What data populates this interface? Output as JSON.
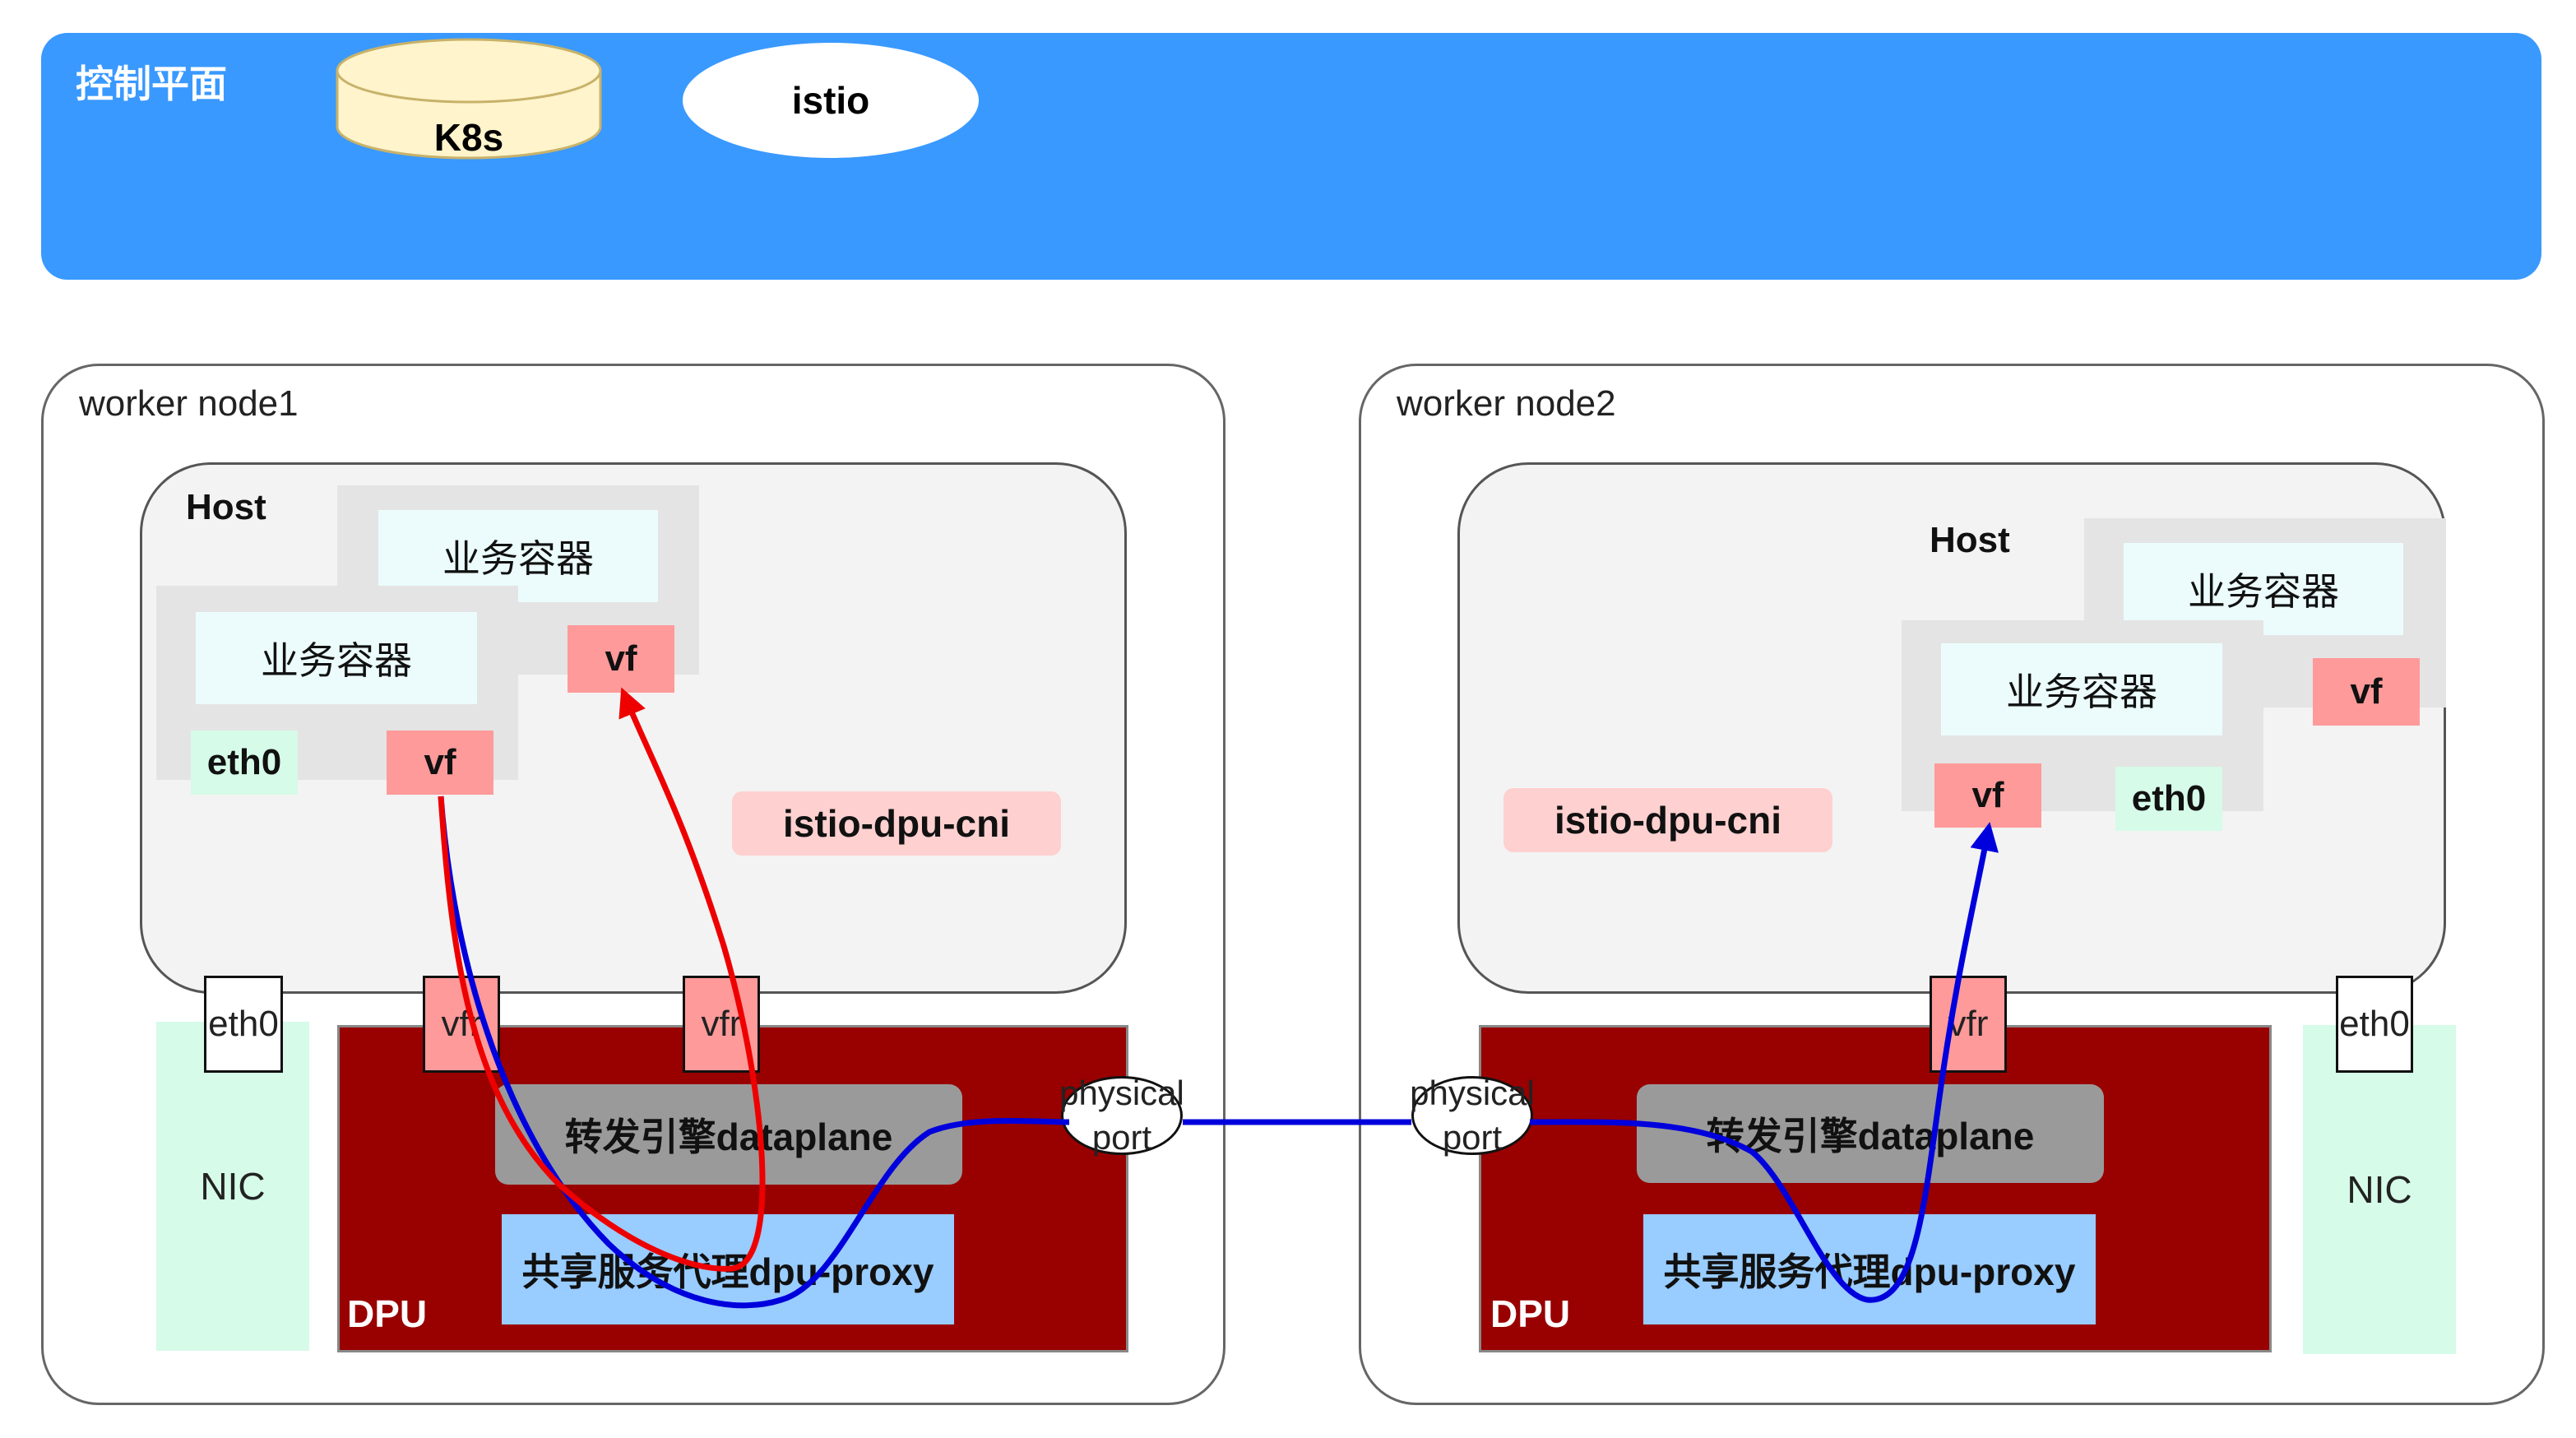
{
  "control_plane": {
    "title": "控制平面",
    "k8s": "K8s",
    "istio": "istio",
    "color": "#3999ff"
  },
  "worker1": {
    "title": "worker node1",
    "host_title": "Host",
    "container_back": "业务容器",
    "container_front": "业务容器",
    "vf_back": "vf",
    "vf_front": "vf",
    "eth0_host": "eth0",
    "cni": "istio-dpu-cni",
    "nic": "NIC",
    "eth0_port": "eth0",
    "vfr_left": "vfr",
    "vfr_right": "vfr",
    "dpu": "DPU",
    "dataplane": "转发引擎dataplane",
    "proxy": "共享服务代理dpu-proxy",
    "physical_port_line1": "physical",
    "physical_port_line2": "port"
  },
  "worker2": {
    "title": "worker node2",
    "host_title": "Host",
    "container_back": "业务容器",
    "container_front": "业务容器",
    "vf_back": "vf",
    "vf_front": "vf",
    "eth0_host": "eth0",
    "cni": "istio-dpu-cni",
    "nic": "NIC",
    "eth0_port": "eth0",
    "vfr": "vfr",
    "dpu": "DPU",
    "dataplane": "转发引擎dataplane",
    "proxy": "共享服务代理dpu-proxy",
    "physical_port_line1": "physical",
    "physical_port_line2": "port"
  },
  "colors": {
    "dpu": "#990000",
    "vf": "#ff9a9a",
    "nic": "#d6fbe8",
    "proxy": "#99ccff",
    "dataplane": "#9a9a9a",
    "path_local": "#ee0000",
    "path_cross": "#0000dd"
  }
}
